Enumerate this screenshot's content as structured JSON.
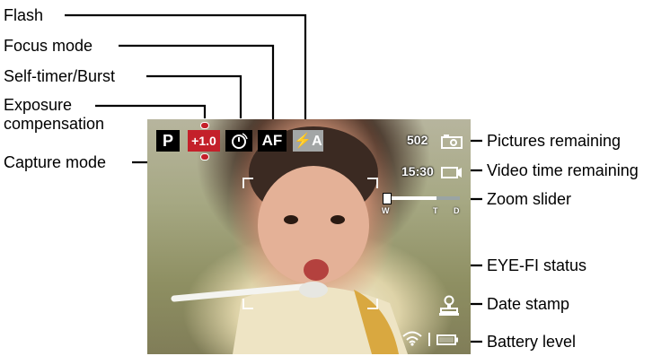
{
  "callouts": {
    "flash": "Flash",
    "focus_mode": "Focus mode",
    "self_timer_burst": "Self-timer/Burst",
    "exposure_line1": "Exposure",
    "exposure_line2": "compensation",
    "capture_mode": "Capture mode",
    "pictures_remaining": "Pictures remaining",
    "video_time_remaining": "Video time remaining",
    "zoom_slider": "Zoom slider",
    "eye_fi_status": "EYE-FI status",
    "date_stamp": "Date stamp",
    "battery_level": "Battery level"
  },
  "overlay": {
    "capture_mode": "P",
    "exposure_value": "+1.0",
    "focus_mode": "AF",
    "flash_mode": "⚡A",
    "pictures_count": "502",
    "video_time": "15:30",
    "zoom": {
      "w": "W",
      "t": "T",
      "d": "D",
      "level": 0.0
    }
  },
  "colors": {
    "exposure_tile": "#c4202a",
    "flash_tile": "#a3a6a6",
    "tile_dark": "#000000",
    "overlay_text": "#ffffff"
  },
  "icons": {
    "self_timer": "self-timer-icon",
    "still_camera": "camera-icon",
    "video_camera": "video-camera-icon",
    "wifi": "wifi-icon",
    "date_stamp": "date-stamp-icon",
    "battery": "battery-icon"
  }
}
